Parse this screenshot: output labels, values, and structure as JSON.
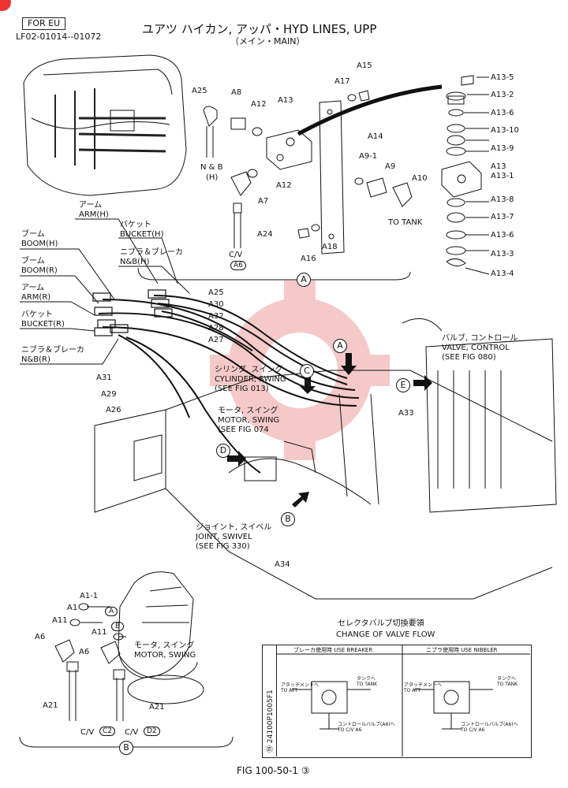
{
  "header": {
    "region_badge": "FOR EU",
    "serial_range": "LF02-01014--01072",
    "title": "ユアツ ハイカン, アッパ・HYD LINES, UPP",
    "subtitle": "（メイン・MAIN）"
  },
  "footer": {
    "figure_id": "FIG 100-50-1",
    "figure_sheet": "③"
  },
  "detail_a": {
    "marker": "A",
    "parts": [
      "A25",
      "A8",
      "A12",
      "A13",
      "A17",
      "A15",
      "A14",
      "A9-1",
      "A9",
      "A10",
      "A12",
      "A7",
      "A24",
      "A16",
      "A18"
    ],
    "labels": {
      "n_b": "N & B",
      "h": "(H)",
      "cv": "C/V",
      "cv_ref": "A6",
      "to_tank": "TO TANK"
    },
    "exploded_parts": [
      "A13-5",
      "A13-2",
      "A13-6",
      "A13-10",
      "A13-9",
      "A13",
      "A13-1",
      "A13-8",
      "A13-7",
      "A13-6",
      "A13-3",
      "A13-4"
    ]
  },
  "main_view": {
    "hose_labels_left": [
      {
        "ja": "アーム",
        "en": "ARM(H)"
      },
      {
        "ja": "バケット",
        "en": "BUCKET(H)"
      },
      {
        "ja": "ブーム",
        "en": "BOOM(H)"
      },
      {
        "ja": "ニブラ＆ブレーカ",
        "en": "N&B(H)"
      },
      {
        "ja": "ブーム",
        "en": "BOOM(R)"
      },
      {
        "ja": "アーム",
        "en": "ARM(R)"
      },
      {
        "ja": "バケット",
        "en": "BUCKET(R)"
      },
      {
        "ja": "ニブラ＆ブレーカ",
        "en": "N&B(R)"
      }
    ],
    "part_callouts": [
      "A25",
      "A30",
      "A32",
      "A28",
      "A27",
      "A31",
      "A29",
      "A26",
      "A33",
      "A34"
    ],
    "components": {
      "valve_ja": "バルブ, コントロール",
      "valve_en": "VALVE, CONTROL",
      "valve_ref": "(SEE FIG 080)",
      "cyl_ja": "シリンダ, スイング",
      "cyl_en": "CYLINDER, SWING",
      "cyl_ref": "(SEE FIG 013)",
      "motor_ja": "モータ, スイング",
      "motor_en": "MOTOR, SWING",
      "motor_ref": "(SEE FIG 074",
      "swivel_ja": "ジョイント, スイベル",
      "swivel_en": "JOINT, SWIVEL",
      "swivel_ref": "(SEE FIG 330)"
    },
    "view_markers": [
      "A",
      "C",
      "E",
      "D",
      "B"
    ]
  },
  "detail_b": {
    "marker": "B",
    "parts": [
      "A1-1",
      "A1",
      "A11",
      "A6",
      "A11",
      "A6",
      "A21",
      "A21"
    ],
    "motor_ja": "モータ, スイング",
    "motor_en": "MOTOR, SWING",
    "cv": "C/V",
    "cv_refs": [
      "C2",
      "D2"
    ],
    "circle_refs": [
      "A",
      "B"
    ]
  },
  "selector": {
    "title_ja": "セレクタバルブ切換要領",
    "title_en": "CHANGE OF VALVE FLOW",
    "side_code": "24100P1005F1",
    "side_num": "⑲",
    "left_header": "ブレーカ使用時 USE BREAKER",
    "right_header": "ニブラ使用時 USE NIBBLER",
    "att_ja": "アタッチメントへ",
    "att_en": "TO ATT",
    "tank_ja": "タンクへ",
    "tank_en": "TO TANK",
    "cv_ja": "コントロールバルブ(A6)へ",
    "cv_en": "TO C/V A6"
  }
}
